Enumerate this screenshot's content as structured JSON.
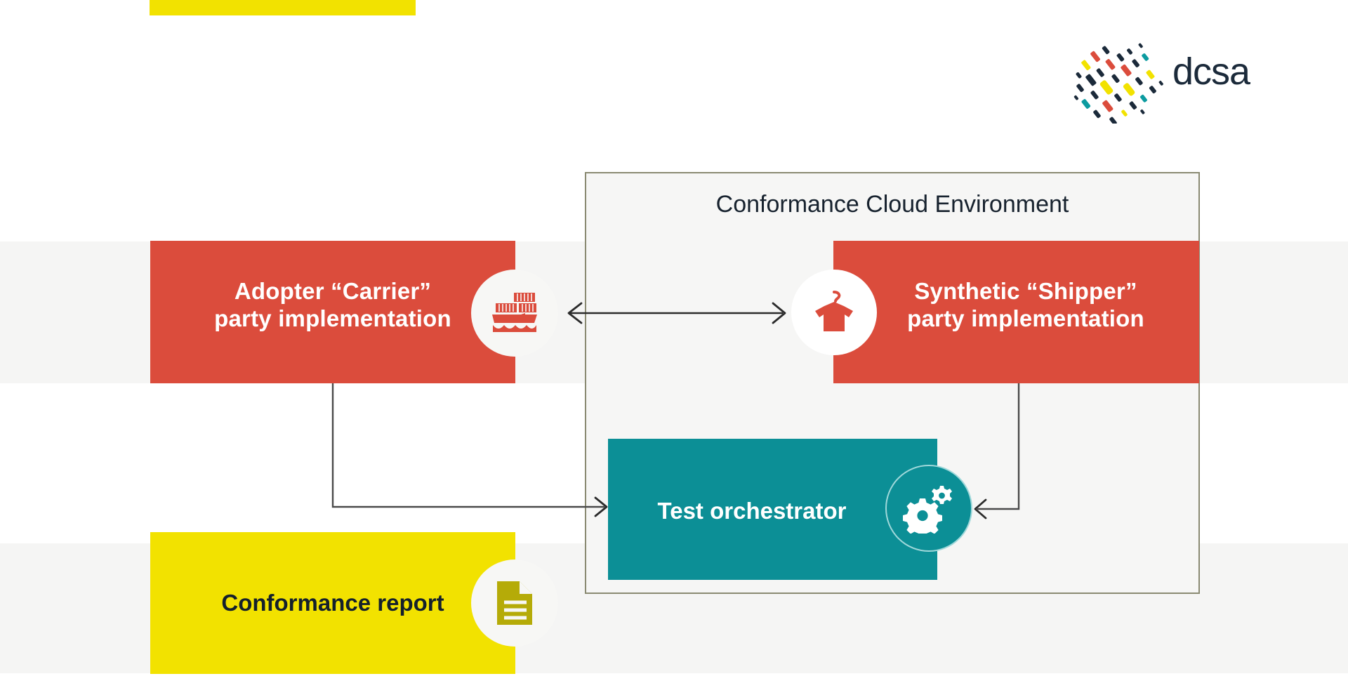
{
  "brand": {
    "name": "dcsa",
    "logo_icon": "dcsa-dash-pattern-logo",
    "colors": {
      "yellow": "#f2e200",
      "red": "#db4c3c",
      "teal": "#0c8f96",
      "navy": "#17222e",
      "olive": "#b5ab08",
      "band_gray": "#f5f5f4",
      "container_border": "#8a8a72"
    }
  },
  "diagram": {
    "container": {
      "title": "Conformance Cloud Environment"
    },
    "nodes": [
      {
        "id": "carrier",
        "label": "Adopter “Carrier”\nparty implementation",
        "icon": "container-ship-icon",
        "color": "#db4c3c",
        "text_color": "#ffffff"
      },
      {
        "id": "shipper",
        "label": "Synthetic “Shipper”\nparty implementation",
        "icon": "tshirt-hanger-icon",
        "color": "#db4c3c",
        "text_color": "#ffffff"
      },
      {
        "id": "orchestrator",
        "label": "Test orchestrator",
        "icon": "gears-icon",
        "color": "#0c8f96",
        "text_color": "#ffffff"
      },
      {
        "id": "report",
        "label": "Conformance report",
        "icon": "document-lines-icon",
        "color": "#f2e200",
        "text_color": "#14202c"
      }
    ],
    "connectors": [
      {
        "id": "carrier-shipper",
        "from": "carrier",
        "to": "shipper",
        "style": "bidirectional"
      },
      {
        "id": "carrier-orchestrator",
        "from": "carrier",
        "to": "orchestrator",
        "style": "elbow-arrow"
      },
      {
        "id": "shipper-orchestrator",
        "from": "shipper",
        "to": "orchestrator",
        "style": "elbow-arrow"
      }
    ]
  }
}
